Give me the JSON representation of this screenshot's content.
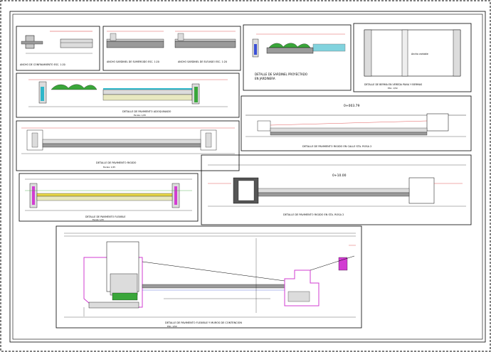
{
  "colors": {
    "frame": "#000000",
    "line": "#000000",
    "concrete": "#c8c8c8",
    "gravel": "#9a9a9a",
    "base": "#e8e8c0",
    "green": "#3aa63a",
    "cyan": "#2fb7c9",
    "magenta": "#d23cd2",
    "blue": "#3a4fd6",
    "red": "#d83030",
    "yellow": "#e8d84a",
    "dark": "#555555"
  },
  "drawing": {
    "panel_sardinel_confinamiento": {
      "title": "ANCHO DE CONFINAMIENTO ESC. 1:20"
    },
    "panel_sardinel_elevados": {
      "title_a": "ANCHO SARDINEL DE SUMERGIDO ESC. 1:20",
      "title_b": "ANCHO SARDINEL DE ELEVADO ESC. 1:20"
    },
    "panel_jardinera": {
      "title": "DETALLE DE SARDINEL PROYECTADO EN JARDINERA"
    },
    "panel_berma": {
      "title": "DETALLE DE BERMA EN VEREDA PAVIA Y BERMAS",
      "scale": "ESC. 1/50",
      "label": "Ancho variable"
    },
    "panel_adoquinado": {
      "title": "DETALLE DE PAVIMENTO ADOQUINADO",
      "scale": "Escala: 1/25"
    },
    "panel_rigido_sta_rosa2": {
      "title": "DETALLE DE PAVIMENTO RIGIDO EN CALLE STA. ROSA 2",
      "station": "0+003.79"
    },
    "panel_rigido_1": {
      "title": "DETALLE DE PAVIMENTO RIGIDO",
      "scale": "Escala: 1/25"
    },
    "panel_rigido_2": {
      "title": "DETALLE DE PAVIMENTO RIGIDO EN STA. ROSA 2",
      "station": "0+10.00"
    },
    "panel_flexible": {
      "title": "DETALLE DE PAVIMENTO FLEXIBLE",
      "scale": "Escala: 1/25"
    },
    "panel_flexible_muros": {
      "title": "DETALLE DE PAVIMENTO FLEXIBLE Y MUROS DE CONTENCION",
      "scale": "ESC. 1/50"
    }
  }
}
